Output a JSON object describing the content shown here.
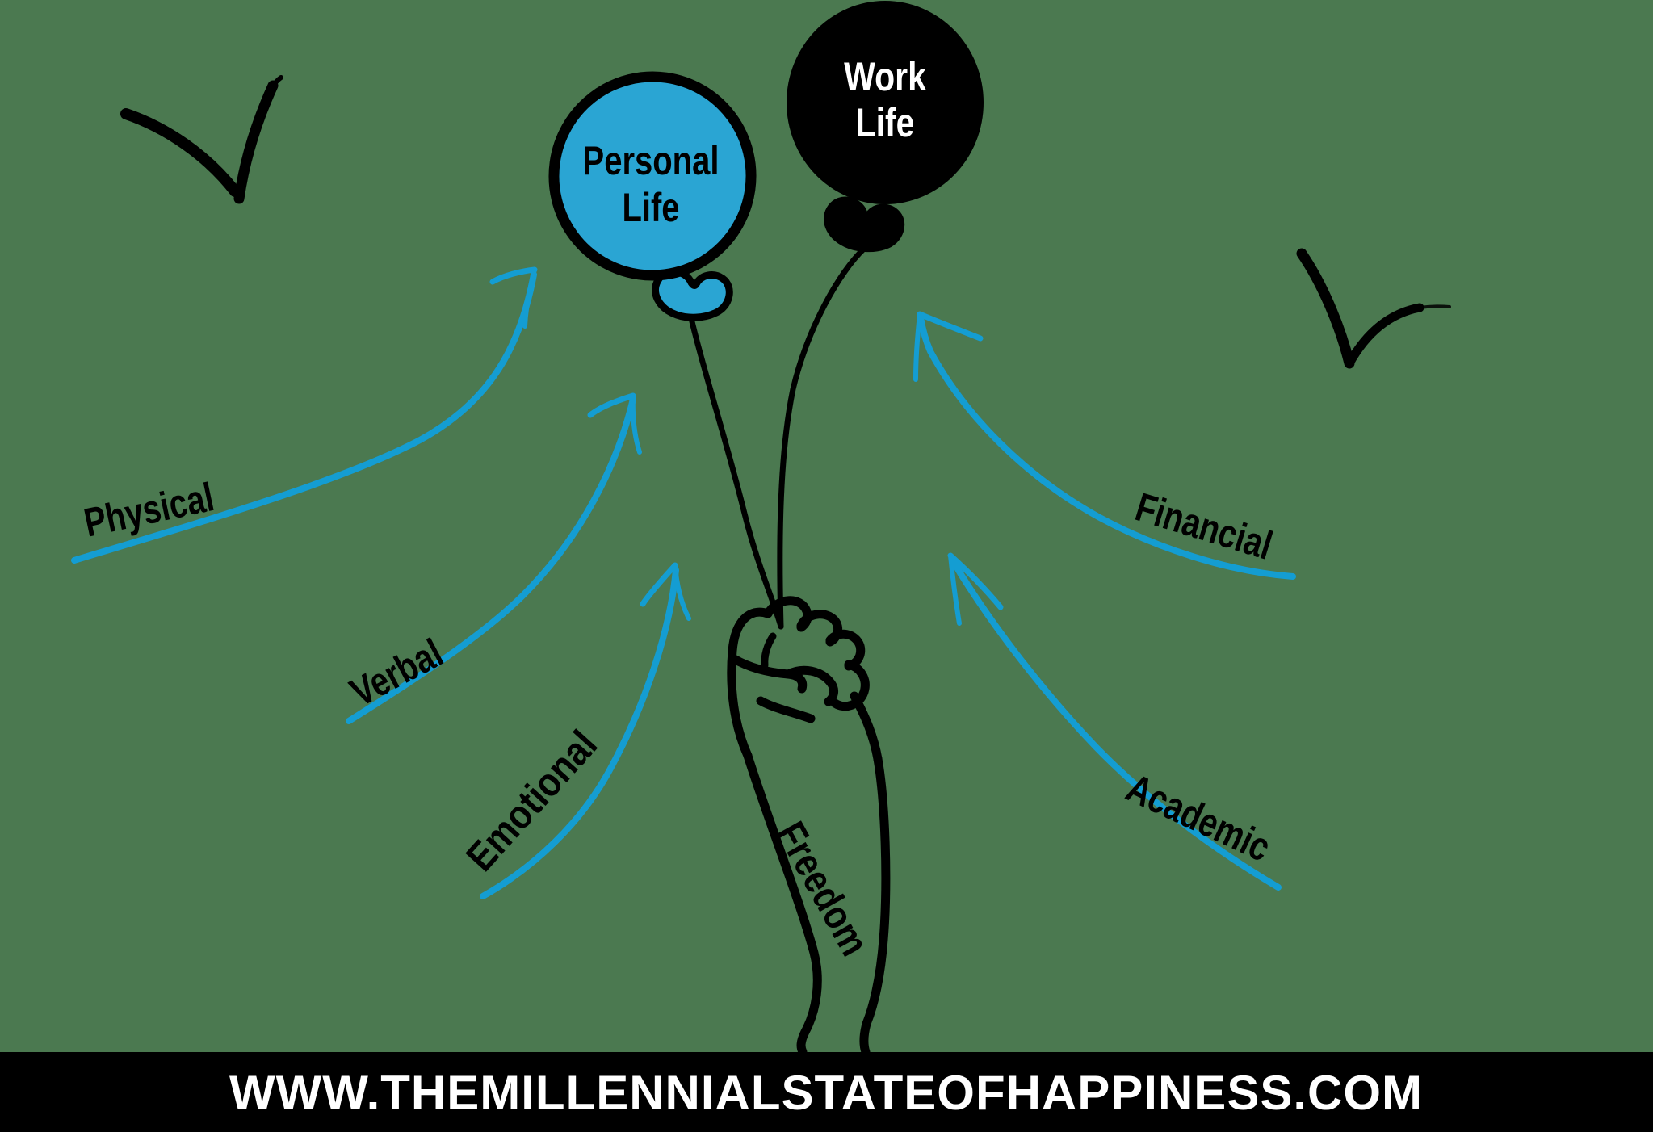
{
  "illustration": {
    "balloons": {
      "personal": {
        "label": "Personal Life",
        "line1": "Personal",
        "line2": "Life"
      },
      "work": {
        "label": "Work Life",
        "line1": "Work",
        "line2": "Life"
      }
    },
    "hand_label": "Freedom",
    "arrow_labels": {
      "physical": "Physical",
      "verbal": "Verbal",
      "emotional": "Emotional",
      "financial": "Financial",
      "academic": "Academic"
    }
  },
  "footer": {
    "url": "WWW.THEMILLENNIALSTATEOFHAPPINESS.COM"
  },
  "colors": {
    "background": "#4b7950",
    "balloon_blue": "#2aa5d3",
    "arrow_blue": "#149dd2",
    "ink": "#000000",
    "footer_bg": "#000000",
    "footer_text": "#ffffff"
  }
}
